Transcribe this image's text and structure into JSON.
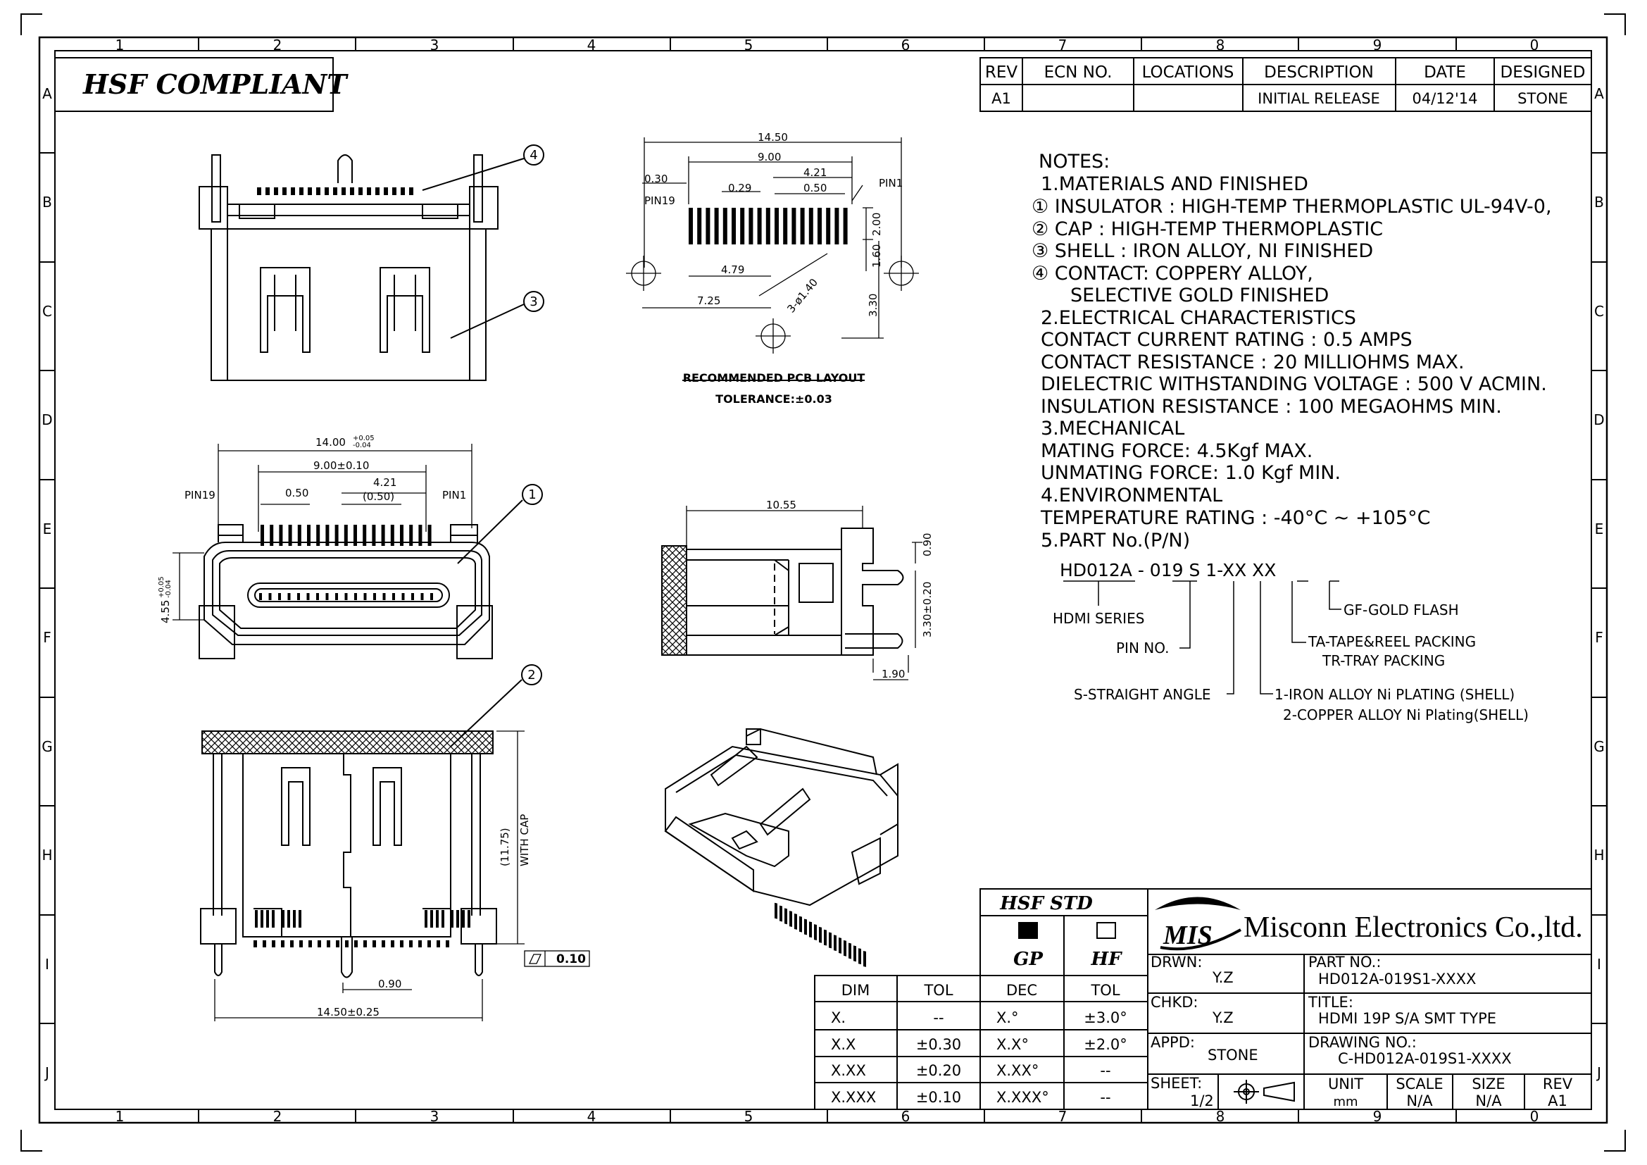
{
  "border": {
    "columns_top": [
      "1",
      "2",
      "3",
      "4",
      "5",
      "6",
      "7",
      "8",
      "9",
      "0"
    ],
    "columns_bottom": [
      "1",
      "2",
      "3",
      "4",
      "5",
      "6",
      "7",
      "8",
      "9",
      "0"
    ],
    "rows": [
      "A",
      "B",
      "C",
      "D",
      "E",
      "F",
      "G",
      "H",
      "I",
      "J"
    ]
  },
  "hsf_compliant": "HSF  COMPLIANT",
  "revision_table": {
    "headers": [
      "REV",
      "ECN  NO.",
      "LOCATIONS",
      "DESCRIPTION",
      "DATE",
      "DESIGNED"
    ],
    "row": [
      "A1",
      "",
      "",
      "INITIAL  RELEASE",
      "04/12'14",
      "STONE"
    ]
  },
  "callouts": [
    "4",
    "3",
    "1",
    "2"
  ],
  "pcb_layout": {
    "title": "RECOMMENDED PCB LAYOUT",
    "tolerance": "TOLERANCE:±0.03",
    "dims": {
      "overall": "14.50",
      "span": "9.00",
      "d421": "4.21",
      "d030": "0.30",
      "d029": "0.29",
      "d050": "0.50",
      "pin1": "PIN1",
      "pin19": "PIN19",
      "d200": "2.00",
      "d160": "1.60",
      "d479": "4.79",
      "hole": "3-ø1.40",
      "d725": "7.25",
      "d330": "3.30"
    }
  },
  "front_view": {
    "width": "14.00",
    "width_tol_plus": "+0.05",
    "width_tol_minus": "-0.04",
    "span": "9.00±0.10",
    "d421": "4.21",
    "d050": "0.50",
    "d050p": "(0.50)",
    "pin19": "PIN19",
    "pin1": "PIN1",
    "height": "4.55",
    "height_tol_plus": "+0.05",
    "height_tol_minus": "-0.04"
  },
  "side_view": {
    "d1055": "10.55",
    "d090": "0.90",
    "d330": "3.30±0.20",
    "d190": "1.90"
  },
  "bottom_view": {
    "height_label": "(11.75)",
    "with_cap": "WITH CAP",
    "flatness": "0.10",
    "d090": "0.90",
    "width": "14.50±0.25"
  },
  "notes": [
    "NOTES:",
    "1.MATERIALS AND FINISHED",
    "① INSULATOR : HIGH-TEMP THERMOPLASTIC UL-94V-0,",
    "② CAP : HIGH-TEMP THERMOPLASTIC",
    "③ SHELL : IRON ALLOY, NI FINISHED",
    "④ CONTACT: COPPERY ALLOY,",
    "              SELECTIVE GOLD FINISHED",
    "2.ELECTRICAL CHARACTERISTICS",
    "   CONTACT CURRENT RATING : 0.5 AMPS",
    "   CONTACT RESISTANCE : 20 MILLIOHMS MAX.",
    "   DIELECTRIC WITHSTANDING VOLTAGE : 500 V ACMIN.",
    "   INSULATION RESISTANCE : 100 MEGAOHMS MIN.",
    "3.MECHANICAL",
    "   MATING FORCE: 4.5Kgf MAX.",
    "   UNMATING FORCE: 1.0 Kgf MIN.",
    "4.ENVIRONMENTAL",
    "   TEMPERATURE RATING : -40°C ~ +105°C",
    "5.PART No.(P/N)"
  ],
  "part_number_breakdown": {
    "code": "HD012A  -  019    S   1-XX   XX",
    "hdmi_series": "HDMI SERIES",
    "pin_no": "PIN NO.",
    "straight": "S-STRAIGHT ANGLE",
    "plating1": "1-IRON ALLOY Ni PLATING (SHELL)",
    "plating2": "2-COPPER ALLOY Ni Plating(SHELL)",
    "gold": "GF-GOLD FLASH",
    "tape": "TA-TAPE&REEL PACKING",
    "tray": "TR-TRAY PACKING"
  },
  "hsf_std": {
    "title": "HSF  STD",
    "gp": "GP",
    "hf": "HF"
  },
  "tolerance_table": {
    "headers": [
      "DIM",
      "TOL",
      "DEC",
      "TOL"
    ],
    "rows": [
      [
        "X.",
        "--",
        "X.°",
        "±3.0°"
      ],
      [
        "X.X",
        "±0.30",
        "X.X°",
        "±2.0°"
      ],
      [
        "X.XX",
        "±0.20",
        "X.XX°",
        "--"
      ],
      [
        "X.XXX",
        "±0.10",
        "X.XXX°",
        "--"
      ]
    ]
  },
  "company": {
    "logo": "MIS",
    "name": "Misconn Electronics Co.,ltd."
  },
  "title_block": {
    "drwn_label": "DRWN:",
    "drwn": "Y.Z",
    "chkd_label": "CHKD:",
    "chkd": "Y.Z",
    "appd_label": "APPD:",
    "appd": "STONE",
    "sheet_label": "SHEET:",
    "sheet": "1/2",
    "part_label": "PART  NO.:",
    "part": "HD012A-019S1-XXXX",
    "title_label": "TITLE:",
    "title": "HDMI  19P  S/A  SMT  TYPE",
    "drawing_label": "DRAWING  NO.:",
    "drawing": "C-HD012A-019S1-XXXX",
    "unit_label": "UNIT",
    "unit": "mm",
    "scale_label": "SCALE",
    "scale": "N/A",
    "size_label": "SIZE",
    "size": "N/A",
    "rev_label": "REV",
    "rev": "A1"
  },
  "colors": {
    "ink": "#000000",
    "paper": "#ffffff"
  }
}
